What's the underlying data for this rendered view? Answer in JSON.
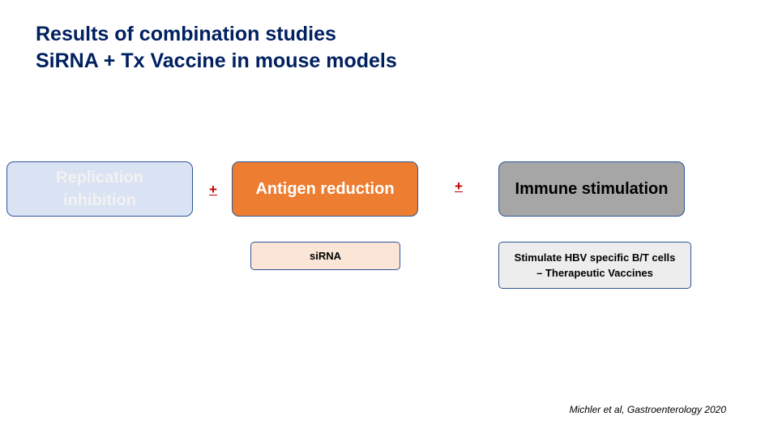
{
  "title": {
    "line1": "Results of combination studies",
    "line2": "SiRNA + Tx Vaccine in mouse models"
  },
  "diagram": {
    "boxes": {
      "replication": "Replication inhibition",
      "antigen": "Antigen reduction",
      "immune": "Immune stimulation"
    },
    "operators": {
      "plus1": "+",
      "plus2": "+"
    },
    "details": {
      "sirna": "siRNA",
      "vaccine_line1": "Stimulate HBV specific B/T cells",
      "vaccine_line2": "– Therapeutic Vaccines"
    }
  },
  "citation": "Michler et al, Gastroenterology 2020",
  "colors": {
    "title": "#002060",
    "replication_fill": "#dae3f3",
    "antigen_fill": "#ed7d31",
    "immune_fill": "#a6a6a6",
    "sirna_fill": "#fbe5d6",
    "vaccine_fill": "#ededed",
    "border": "#2f5597",
    "plus": "#c00000"
  }
}
